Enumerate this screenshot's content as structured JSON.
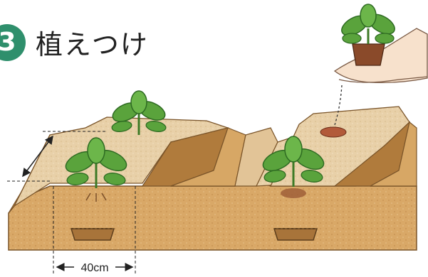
{
  "heading": {
    "step_number": "3",
    "title": "植えつけ"
  },
  "dimension": {
    "spacing_label": "40cm"
  },
  "colors": {
    "badge": "#2f8f6c",
    "soil": "#d9a867",
    "ridge_top": "#e6cda3",
    "ridge_shadow": "#a8743a",
    "leaf": "#5aa33c",
    "leaf_dark": "#2e6b22"
  }
}
